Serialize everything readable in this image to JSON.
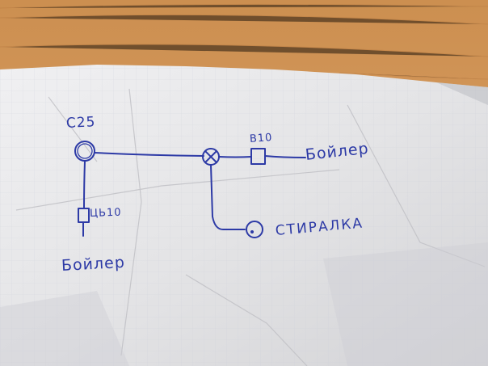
{
  "diagram": {
    "colors": {
      "ink": "#2d3aa6",
      "table": "#d49a5e",
      "paper": "#e9e9ea"
    },
    "labels": {
      "main_breaker": "C25",
      "breaker_top": "B10",
      "breaker_left": "ЦЬ10",
      "load_right": "Бойлер",
      "load_left": "Бойлер",
      "load_bottom": "СТИРАЛКА"
    },
    "symbols": [
      "main-breaker-circle",
      "junction-cross-circle",
      "socket-circle",
      "breaker-box"
    ]
  }
}
